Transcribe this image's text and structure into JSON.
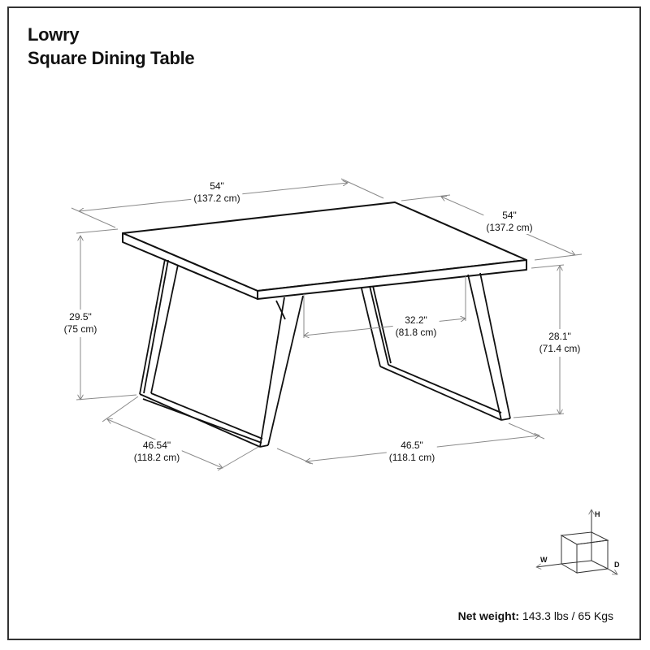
{
  "title": {
    "line1": "Lowry",
    "line2": "Square Dining Table"
  },
  "dimensions": {
    "top_width": {
      "imperial": "54\"",
      "metric": "(137.2 cm)"
    },
    "top_depth": {
      "imperial": "54\"",
      "metric": "(137.2 cm)"
    },
    "overall_height": {
      "imperial": "29.5\"",
      "metric": "(75 cm)"
    },
    "leg_clearance_height": {
      "imperial": "28.1\"",
      "metric": "(71.4 cm)"
    },
    "inner_leg_span": {
      "imperial": "32.2\"",
      "metric": "(81.8 cm)"
    },
    "base_depth": {
      "imperial": "46.54\"",
      "metric": "(118.2 cm)"
    },
    "base_width": {
      "imperial": "46.5\"",
      "metric": "(118.1 cm)"
    }
  },
  "axis_legend": {
    "icon": "cube-axes-icon",
    "h": "H",
    "w": "W",
    "d": "D"
  },
  "net_weight": {
    "label": "Net weight:",
    "value": "143.3 lbs / 65 Kgs"
  },
  "colors": {
    "line": "#111111",
    "dimension_line": "#8a8a8a",
    "frame": "#333333"
  }
}
